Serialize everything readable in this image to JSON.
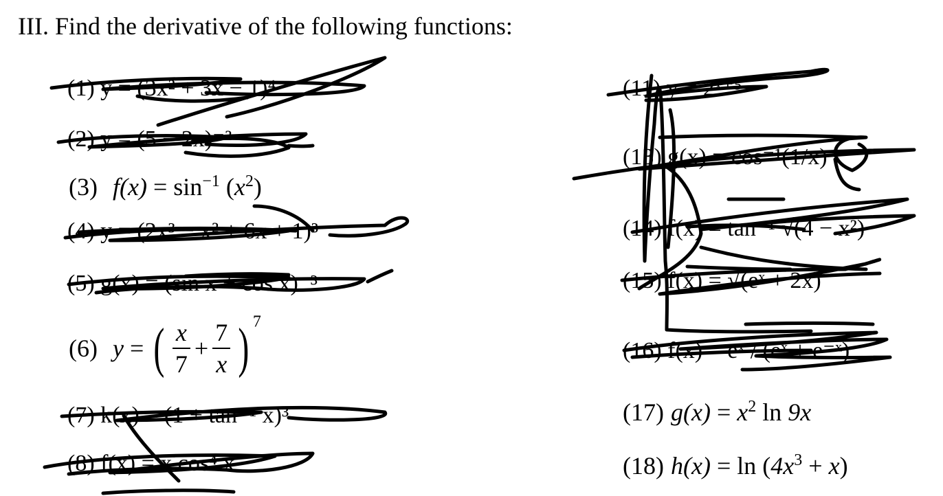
{
  "heading": "III.  Find the derivative of the following functions:",
  "items": [
    {
      "num": "(3)",
      "lhs": "f(x)",
      "rhs_fn": "sin",
      "rhs_sup": "−1",
      "arg": "x",
      "arg_sup": "2"
    },
    {
      "num": "(6)",
      "lhs": "y",
      "num_a": "x",
      "den_a": "7",
      "num_b": "7",
      "den_b": "x",
      "power": "7"
    },
    {
      "num": "(17)",
      "lhs": "g(x)",
      "body": "x",
      "body_sup": "2",
      "fn": "ln",
      "arg": "9x"
    },
    {
      "num": "(18)",
      "lhs": "h(x)",
      "fn": "ln",
      "arg1": "4x",
      "arg1_sup": "3",
      "arg2": "x"
    }
  ],
  "struck": [
    {
      "label": "(1)  y = (3x² + 3x − 1)⁴"
    },
    {
      "label": "(2)  y = (5 − 2x)⁻²"
    },
    {
      "label": "(4)  y = (2x³ − x² + 6x + 1)³"
    },
    {
      "label": "(5)  g(x) = (sin x + cos x)⁻³"
    },
    {
      "label": "(7)  k(x) = (1 + tan⁻¹ x)³"
    },
    {
      "label": "(8)  f(x) = x cos⁴ x"
    },
    {
      "label": "(11)  y = 2ˣ⁺⁵"
    },
    {
      "label": "(13)  g(x) = cos⁻¹(1/x)"
    },
    {
      "label": "(14)  f(x) = tan⁻¹ √(4 − x²)"
    },
    {
      "label": "(15)  f(x) = √(eˣ + 2x)"
    },
    {
      "label": "(16)  f(x) = eˣ / (eˣ + e⁻ˣ)"
    }
  ]
}
